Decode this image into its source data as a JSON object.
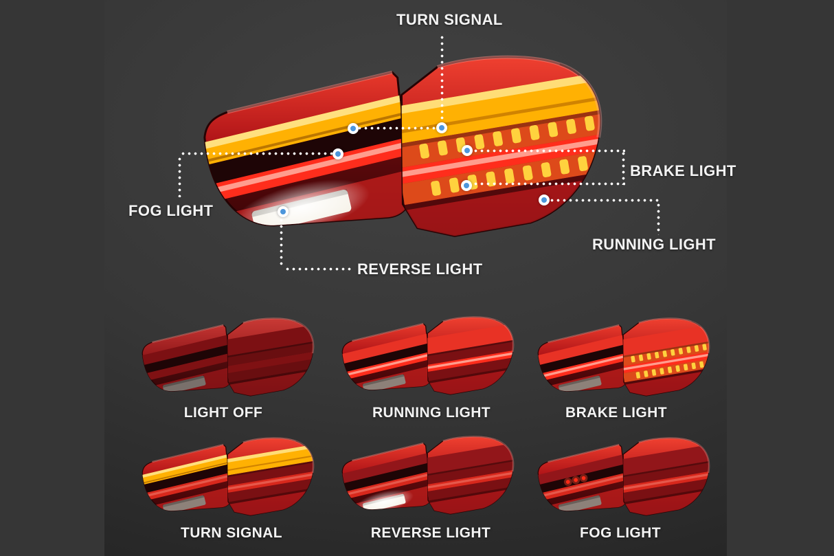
{
  "hero": {
    "state": "all",
    "callouts": {
      "turn": "TURN SIGNAL",
      "brake": "BRAKE LIGHT",
      "fog": "FOG LIGHT",
      "running": "RUNNING LIGHT",
      "reverse": "REVERSE LIGHT"
    }
  },
  "gallery": {
    "items": [
      {
        "caption": "LIGHT OFF",
        "state": "off"
      },
      {
        "caption": "RUNNING LIGHT",
        "state": "running"
      },
      {
        "caption": "BRAKE LIGHT",
        "state": "brake"
      },
      {
        "caption": "TURN SIGNAL",
        "state": "turn"
      },
      {
        "caption": "REVERSE LIGHT",
        "state": "reverse"
      },
      {
        "caption": "FOG LIGHT",
        "state": "fog"
      }
    ]
  },
  "colors": {
    "background_outer": "#363636",
    "photo_background_top": "#424242",
    "photo_background_bottom": "#262626",
    "label_text": "#f3f3f3",
    "leader_dot": "#ffffff",
    "marker_blue": "#4d96db",
    "lamp_red": "#b01518",
    "turn_amber": "#ffb103",
    "brake_led": "#ffd23e",
    "reverse_white": "#f5f1e6"
  }
}
